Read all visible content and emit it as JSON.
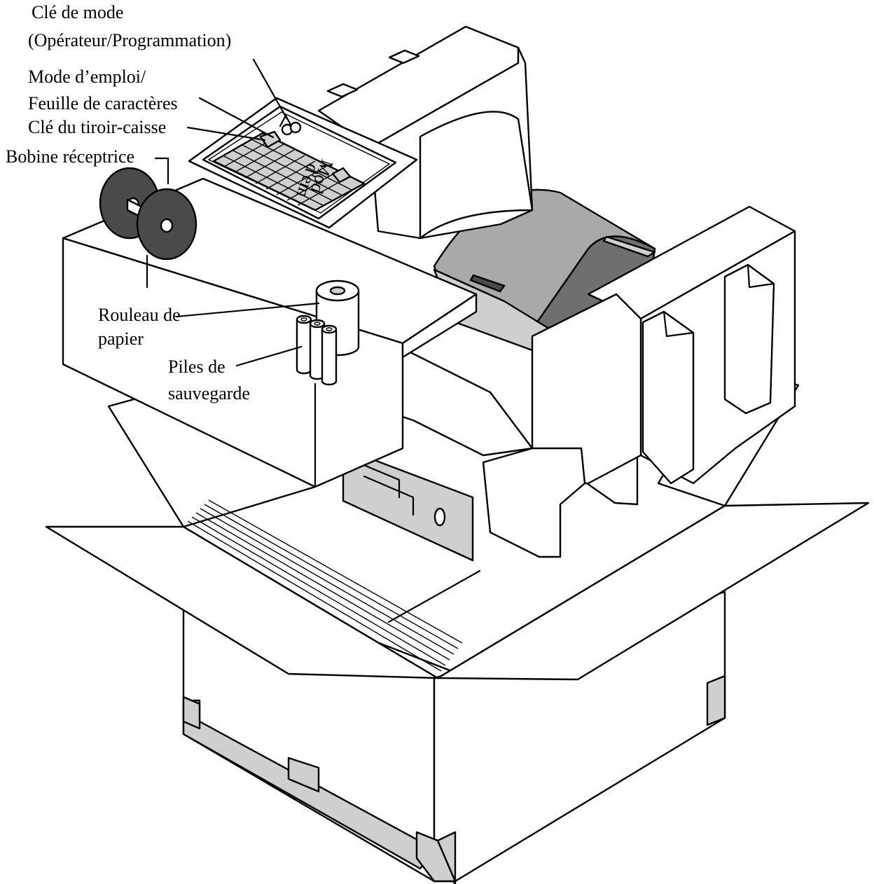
{
  "labels": {
    "mode_key_line1": "Clé de mode",
    "mode_key_line2": "(Opérateur/Programmation)",
    "manual_line1": "Mode d’emploi/",
    "manual_line2": "Feuille de caractères",
    "drawer_key": "Clé du tiroir-caisse",
    "take_up_spool": "Bobine réceptrice",
    "paper_roll_line1": "Rouleau de",
    "paper_roll_line2": "papier",
    "batteries_line1": "Piles de",
    "batteries_line2": "sauvegarde"
  },
  "manual_cover_text_1": "Mod",
  "manual_cover_text_2": "d'em",
  "colors": {
    "line": "#000000",
    "light_gray": "#cfcfcf",
    "mid_gray": "#a9a9a9",
    "dark_gray": "#4a4a4a"
  }
}
